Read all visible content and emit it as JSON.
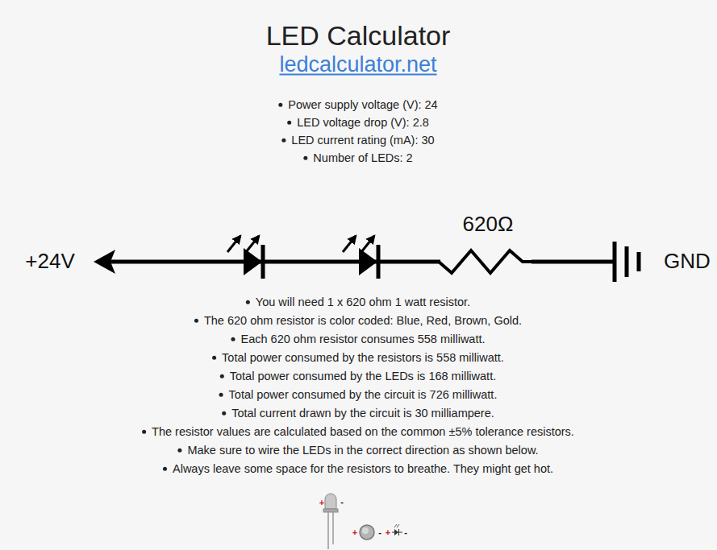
{
  "diagram": {
    "title": "LED Calculator",
    "labels": [
      "ledcalculator.net",
      "Power supply voltage (V): 24",
      "LED voltage drop (V): 2.8",
      "LED current rating (mA): 30",
      "Number of LEDs: 2",
      "+24V",
      "620Ω",
      "GND",
      "You will need 1 x 620 ohm 1 watt resistor.",
      "The 620 ohm resistor is color coded: Blue, Red, Brown, Gold.",
      "Each 620 ohm resistor consumes 558 milliwatt.",
      "Total power consumed by the resistors is 558 milliwatt.",
      "Total power consumed by the LEDs is 168 milliwatt.",
      "Total power consumed by the circuit is 726 milliwatt.",
      "Total current drawn by the circuit is 30 milliampere.",
      "The resistor values are calculated based on the common ±5% tolerance resistors.",
      "Make sure to wire the LEDs in the correct direction as shown below.",
      "Always leave some space for the resistors to breathe. They might get hot.",
      "+",
      "-",
      "+",
      "-",
      "+",
      "-"
    ]
  }
}
